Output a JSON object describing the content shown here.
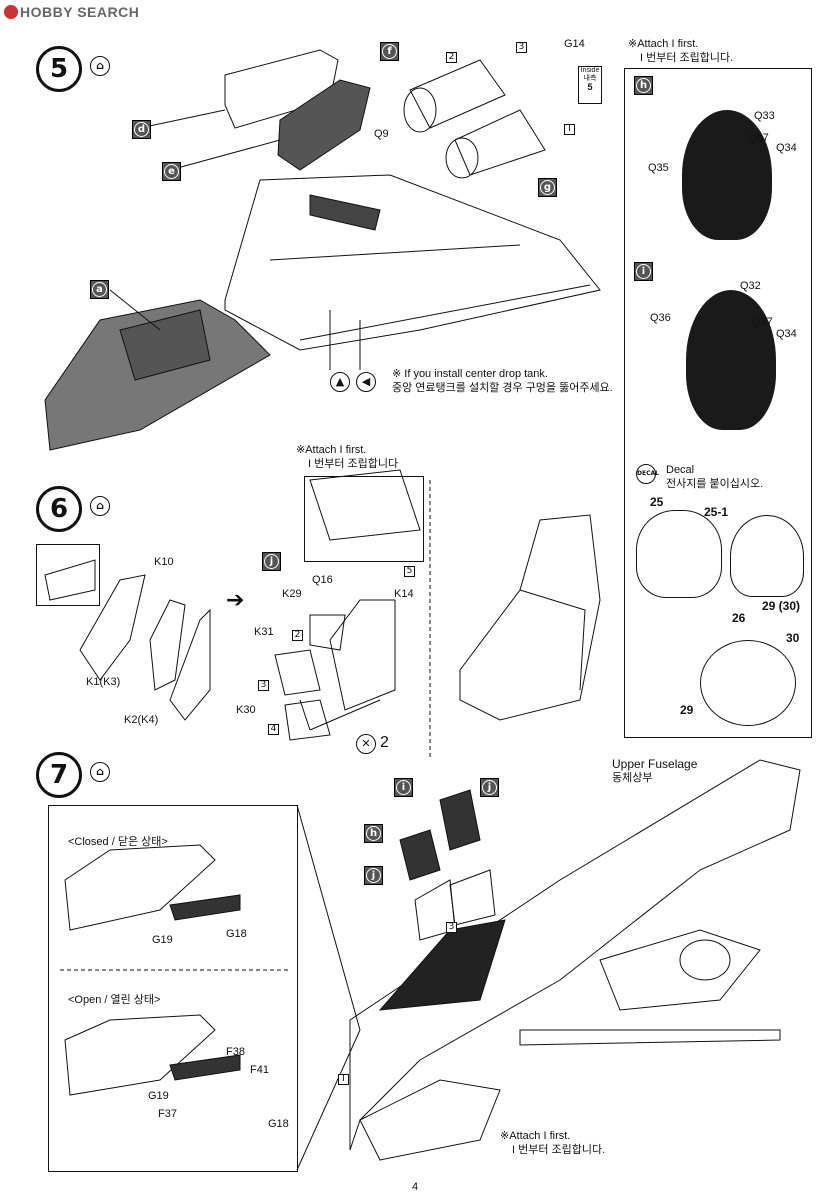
{
  "header": {
    "logo_text": "HOBBY SEARCH"
  },
  "page_number": "4",
  "steps": {
    "s5": {
      "number": "5",
      "parts": {
        "d": "d",
        "e": "e",
        "f": "f",
        "g": "g",
        "a": "a",
        "q9": "Q9",
        "g14": "G14",
        "n2": "2",
        "n3": "3",
        "I": "I"
      },
      "inside_label": "Inside",
      "inside_kr": "내측",
      "inside_num": "5",
      "note_en": "※ If you install center drop tank.",
      "note_kr": "중앙 연료탱크를 설치할 경우 구멍을 뚫어주세요."
    },
    "s6": {
      "number": "6",
      "attach_en": "※Attach I first.",
      "attach_kr": "I 번부터 조립합니다",
      "labels": {
        "k10": "K10",
        "k1": "K1(K3)",
        "k2": "K2(K4)",
        "j": "j",
        "q16": "Q16",
        "k29": "K29",
        "k14": "K14",
        "k31": "K31",
        "k30": "K30",
        "b2": "2",
        "b3": "3",
        "b4": "4",
        "b5": "5",
        "x2": "2"
      }
    },
    "s7": {
      "number": "7",
      "upper_fuselage_en": "Upper Fuselage",
      "upper_fuselage_kr": "동체상부",
      "closed": "<Closed / 닫은 상태>",
      "open": "<Open / 열린 상태>",
      "labels": {
        "g19a": "G19",
        "g18a": "G18",
        "f38": "F38",
        "f41": "F41",
        "g19b": "G19",
        "f37": "F37",
        "g18b": "G18",
        "i": "i",
        "h": "h",
        "j1": "j",
        "j2": "j",
        "n3": "3",
        "I": "I"
      },
      "attach_en": "※Attach I first.",
      "attach_kr": "I 번부터 조립합니다."
    }
  },
  "sidebar": {
    "attach_en": "※Attach I first.",
    "attach_kr": "I 번부터 조립합니다.",
    "h": "h",
    "i": "i",
    "h_parts": [
      "Q33",
      "Q37",
      "Q34",
      "Q35"
    ],
    "i_parts": [
      "Q32",
      "Q36",
      "Q37",
      "Q34"
    ],
    "decal_en": "Decal",
    "decal_kr": "전사지를 붙이십시오.",
    "decal_tag": "DECAL",
    "decals": [
      "25",
      "25-1",
      "29 (30)",
      "26",
      "30",
      "29"
    ]
  },
  "colors": {
    "ink": "#111111",
    "gray": "#888888",
    "dark": "#1a1a1a"
  }
}
